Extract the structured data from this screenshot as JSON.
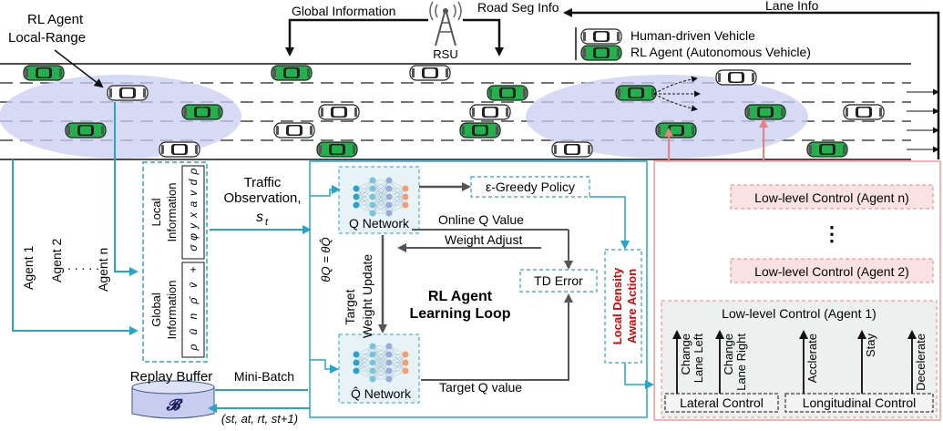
{
  "top": {
    "agent_label_line1": "RL Agent",
    "agent_label_line2": "Local-Range",
    "global_info": "Global Information",
    "road_seg_info": "Road Seg Info",
    "lane_info": "Lane Info",
    "rsu": "RSU"
  },
  "legend": {
    "human": "Human-driven Vehicle",
    "rl": "RL Agent (Autonomous Vehicle)"
  },
  "agents": {
    "agent1": "Agent 1",
    "agent2": "Agent 2",
    "dots": ". . . . .",
    "agentn": "Agent n"
  },
  "observation": {
    "local_line1": "Local",
    "local_line2": "Information",
    "global_line1": "Global",
    "global_line2": "Information",
    "local_symbols": [
      "ρ",
      "d",
      "v",
      "a",
      "x",
      "y",
      "φ",
      "σ"
    ],
    "global_symbols": [
      "+",
      "v̄",
      "ρ̄",
      "n",
      "ū",
      "ρ"
    ]
  },
  "traffic_obs": {
    "line1": "Traffic",
    "line2": "Observation,",
    "symbol": "s",
    "sub": "t"
  },
  "learning": {
    "q_network": "Q Network",
    "qhat_network": "Q̂ Network",
    "greedy": "ε-Greedy Policy",
    "online_q": "Online Q Value",
    "weight_adjust": "Weight Adjust",
    "td_error": "TD Error",
    "target_q": "Target Q value",
    "target_update_1": "Target",
    "target_update_2": "Weight Update",
    "theta_eq": "θQ = θQ̂",
    "loop_line1": "RL Agent",
    "loop_line2": "Learning Loop",
    "density_line1": "Local Density",
    "density_line2": "Aware Action"
  },
  "buffer": {
    "title": "Replay Buffer",
    "symbol": "𝓑",
    "minibatch": "Mini-Batch",
    "tuple": "(st, at, rt, st+1)"
  },
  "control": {
    "agent_n": "Low-level Control (Agent n)",
    "vdots": "⋮",
    "agent_2": "Low-level Control (Agent 2)",
    "agent_1": "Low-level Control (Agent 1)",
    "actions": [
      "Change Lane Left",
      "Change Lane Right",
      "Acclerate",
      "Stay",
      "Decelerate"
    ],
    "lateral": "Lateral Control",
    "longitudinal": "Longitudinal Control"
  },
  "colors": {
    "rl_car": "#22b14c",
    "human_car": "#ffffff",
    "teal": "#29a3c8",
    "salmon": "#f08080",
    "red_text": "#e00000",
    "range_fill": "#c8cdf0"
  }
}
